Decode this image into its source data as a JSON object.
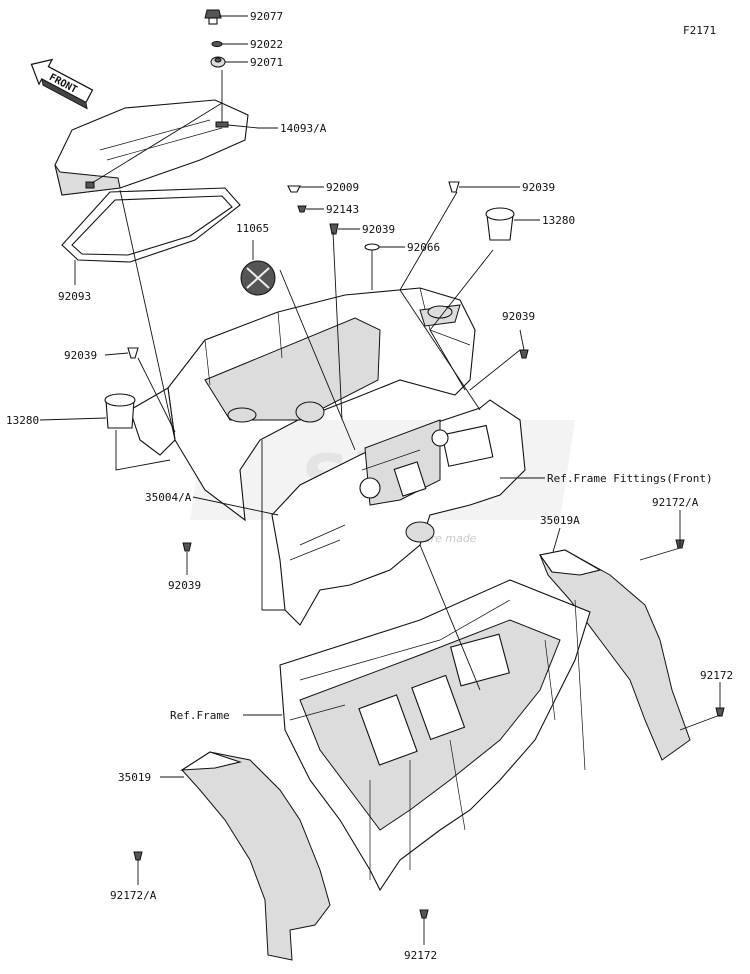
{
  "diagram": {
    "figure_code": "F2171",
    "front_marker": "FRONT",
    "watermark": {
      "brand": "Ship",
      "tagline": "where quality parts are made"
    },
    "callouts": [
      {
        "id": "c92077",
        "label": "92077"
      },
      {
        "id": "c92022",
        "label": "92022"
      },
      {
        "id": "c92071",
        "label": "92071"
      },
      {
        "id": "c14093A",
        "label": "14093/A"
      },
      {
        "id": "c92009",
        "label": "92009"
      },
      {
        "id": "c92039a",
        "label": "92039"
      },
      {
        "id": "c92143",
        "label": "92143"
      },
      {
        "id": "c13280a",
        "label": "13280"
      },
      {
        "id": "c11065",
        "label": "11065"
      },
      {
        "id": "c92039b",
        "label": "92039"
      },
      {
        "id": "c92066",
        "label": "92066"
      },
      {
        "id": "c92093",
        "label": "92093"
      },
      {
        "id": "c92039c",
        "label": "92039"
      },
      {
        "id": "c92039d",
        "label": "92039"
      },
      {
        "id": "c13280b",
        "label": "13280"
      },
      {
        "id": "cRefFront",
        "label": "Ref.Frame Fittings(Front)"
      },
      {
        "id": "c35004A",
        "label": "35004/A"
      },
      {
        "id": "c92172Aa",
        "label": "92172/A"
      },
      {
        "id": "c35019A",
        "label": "35019A"
      },
      {
        "id": "c92039e",
        "label": "92039"
      },
      {
        "id": "c92172a",
        "label": "92172"
      },
      {
        "id": "cRefFrame",
        "label": "Ref.Frame"
      },
      {
        "id": "c35019",
        "label": "35019"
      },
      {
        "id": "c92172Ab",
        "label": "92172/A"
      },
      {
        "id": "c92172b",
        "label": "92172"
      }
    ]
  }
}
